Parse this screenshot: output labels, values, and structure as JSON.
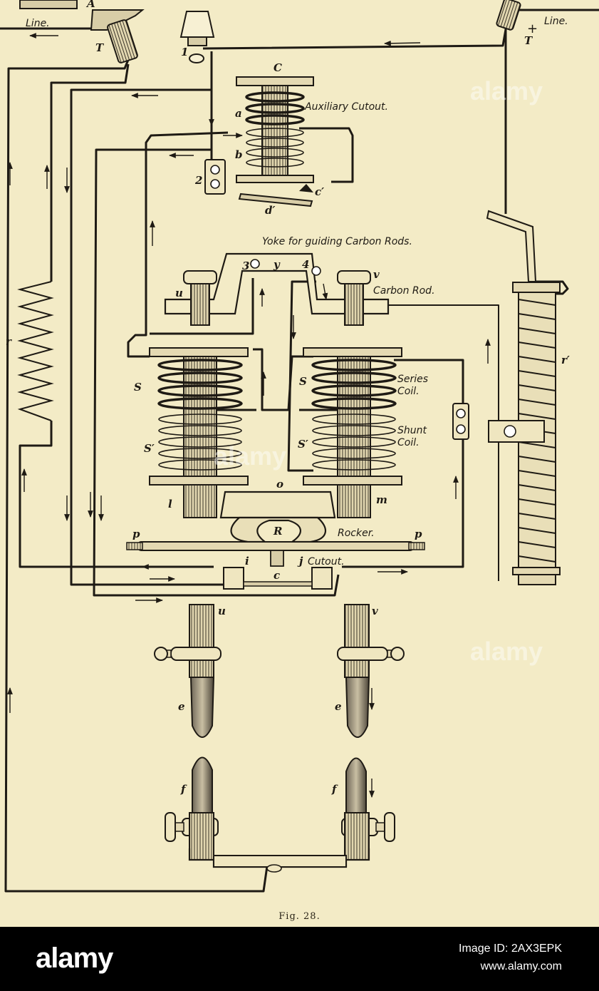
{
  "caption": "Fig. 28.",
  "labels": {
    "line_left": "Line.",
    "line_right": "Line.",
    "plus": "+",
    "terminal_left": "T",
    "terminal_right": "T",
    "terminal_top": "A",
    "n1": "1",
    "n2": "2",
    "n3": "3",
    "n4": "4",
    "C": "C",
    "a": "a",
    "b": "b",
    "c_prime": "c′",
    "d_prime": "d′",
    "auxiliary_cutout": "Auxiliary Cutout.",
    "yoke": "Yoke for guiding Carbon Rods.",
    "y": "y",
    "u": "u",
    "v": "v",
    "carbon_rod": "Carbon Rod.",
    "r": "r",
    "r_prime": "r′",
    "S_left": "S",
    "S_right": "S",
    "S_prime_left": "S′",
    "S_prime_right": "S′",
    "series_coil": "Series Coil.",
    "shunt_coil": "Shunt Coil.",
    "l": "l",
    "m": "m",
    "o": "o",
    "R": "R",
    "rocker": "Rocker.",
    "p_left": "p",
    "p_right": "p",
    "i": "i",
    "j": "j",
    "cutout": "Cutout.",
    "c_small": "c",
    "u2": "u",
    "v2": "v",
    "e_left": "e",
    "e_right": "e",
    "f_left": "f",
    "f_right": "f"
  },
  "watermark": "alamy",
  "stock": {
    "logo": "alamy",
    "image_id": "Image ID: 2AX3EPK",
    "url": "www.alamy.com"
  },
  "colors": {
    "paper": "#f3ebc6",
    "ink": "#1e1a14",
    "bar": "#000000"
  }
}
